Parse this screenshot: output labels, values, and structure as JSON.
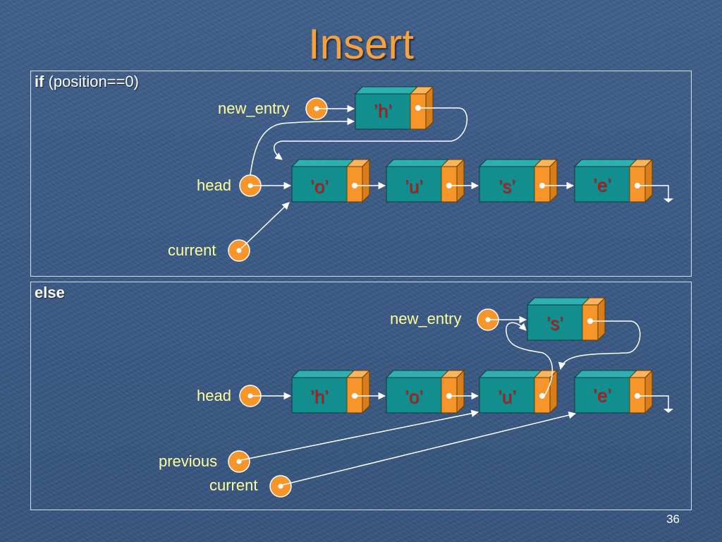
{
  "title": "Insert",
  "page_number": "36",
  "panel_if": {
    "keyword": "if",
    "condition": " (position==0)",
    "new_entry_label": "new_entry",
    "head_label": "head",
    "current_label": "current",
    "new_node_value": "’h’",
    "list_values": [
      "’o’",
      "’u’",
      "’s’",
      "’e’"
    ]
  },
  "panel_else": {
    "keyword": "else",
    "new_entry_label": "new_entry",
    "head_label": "head",
    "previous_label": "previous",
    "current_label": "current",
    "new_node_value": "’s’",
    "list_values": [
      "’h’",
      "’o’",
      "’u’",
      "’e’"
    ]
  },
  "colors": {
    "title": "#f7a03e",
    "node_front": "#138e8e",
    "node_pointer": "#f6962a",
    "pointer_circle": "#f6962a",
    "node_text": "#cc1111",
    "var_label": "#ffff99"
  }
}
